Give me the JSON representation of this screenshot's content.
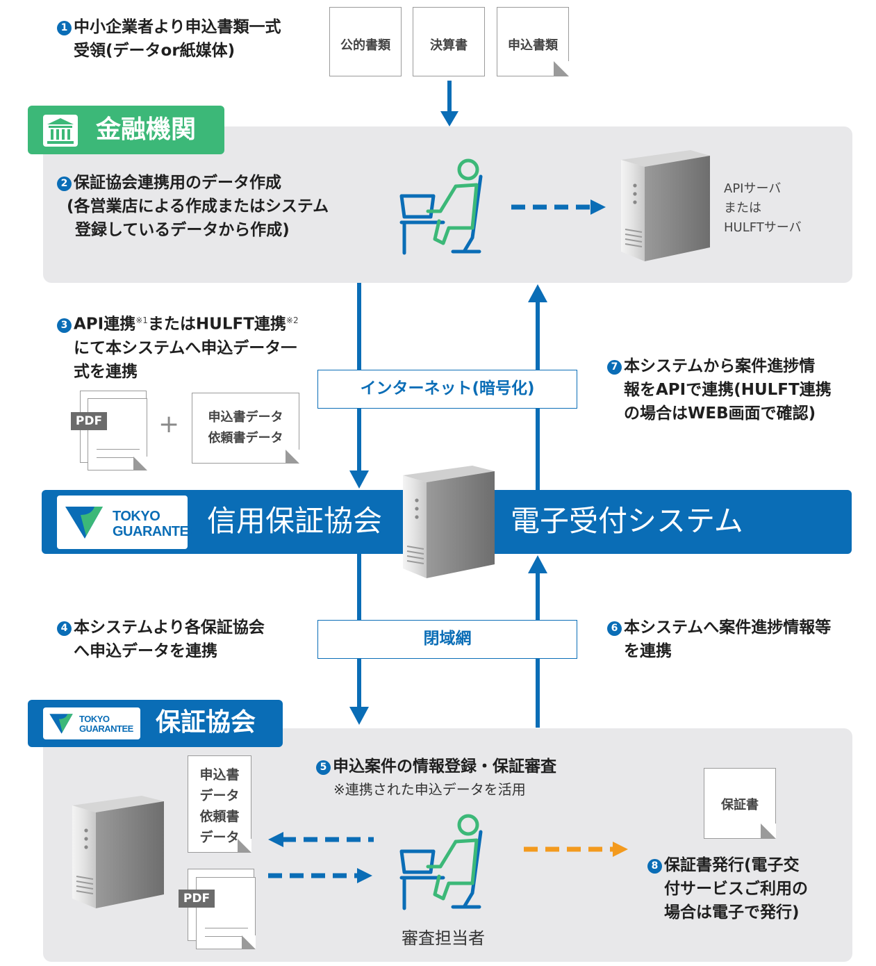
{
  "step1": {
    "num": "1",
    "lines": [
      "中小企業者より申込書類一式",
      "受領(データor紙媒体)"
    ]
  },
  "documents_top": [
    "公的書類",
    "決算書",
    "申込書類"
  ],
  "bank": {
    "title": "金融機関"
  },
  "step2": {
    "num": "2",
    "lines": [
      "保証協会連携用のデータ作成",
      "(各営業店による作成またはシステム",
      "登録しているデータから作成)"
    ]
  },
  "api_server": {
    "lines": [
      "APIサーバ",
      "または",
      "HULFTサーバ"
    ]
  },
  "step3": {
    "num": "3",
    "line1_a": "API連携",
    "note1": "※1",
    "line1_b": "またはHULFT連携",
    "note2": "※2",
    "line2": "にて本システムへ申込データ一",
    "line3": "式を連携"
  },
  "internet_label": "インターネット(暗号化)",
  "step7": {
    "num": "7",
    "lines": [
      "本システムから案件進捗情",
      "報をAPIで連携(HULFT連携",
      "の場合はWEB画面で確認)"
    ]
  },
  "pdf_label": "PDF",
  "plus": "+",
  "data_doc": {
    "lines": [
      "申込書データ",
      "依頼書データ"
    ]
  },
  "band": {
    "logo_line1": "TOKYO",
    "logo_line2": "GUARANTEE",
    "left_title": "信用保証協会",
    "right_title": "電子受付システム"
  },
  "step4": {
    "num": "4",
    "lines": [
      "本システムより各保証協会",
      "へ申込データを連携"
    ]
  },
  "closed_network_label": "閉域網",
  "step6": {
    "num": "6",
    "lines": [
      "本システムへ案件進捗情報等",
      "を連携"
    ]
  },
  "association": {
    "logo_line1": "TOKYO",
    "logo_line2": "GUARANTEE",
    "title": "保証協会"
  },
  "step5": {
    "num": "5",
    "title": "申込案件の情報登録・保証審査",
    "note": "※連携された申込データを活用"
  },
  "bottom_doc": {
    "lines": [
      "申込書",
      "データ",
      "依頼書",
      "データ"
    ]
  },
  "reviewer_label": "審査担当者",
  "certificate_doc": "保証書",
  "step8": {
    "num": "8",
    "lines": [
      "保証書発行(電子交",
      "付サービスご利用の",
      "場合は電子で発行)"
    ]
  },
  "colors": {
    "blue": "#0a6db6",
    "green": "#3cb878",
    "orange": "#f39a1e",
    "panel": "#e8e8ea"
  }
}
